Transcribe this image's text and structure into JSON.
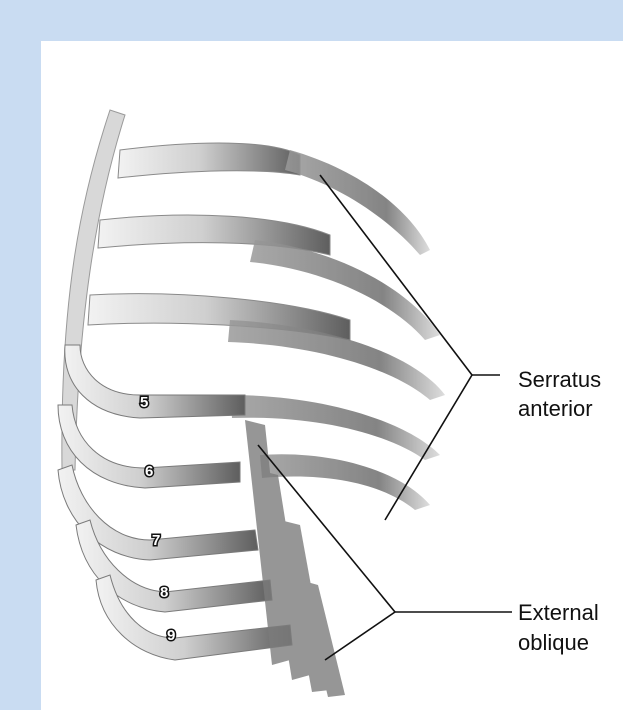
{
  "diagram": {
    "labels": {
      "serratus_line1": "Serratus",
      "serratus_line2": "anterior",
      "external_line1": "External",
      "external_line2": "oblique"
    },
    "rib_numbers": [
      "5",
      "6",
      "7",
      "8",
      "9"
    ],
    "colors": {
      "frame": "#c9dcf2",
      "panel": "#ffffff",
      "rib_light": "#e6e6e6",
      "rib_dark": "#6a6a6a",
      "muscle": "#8a8a8a",
      "leader": "#111111"
    }
  }
}
